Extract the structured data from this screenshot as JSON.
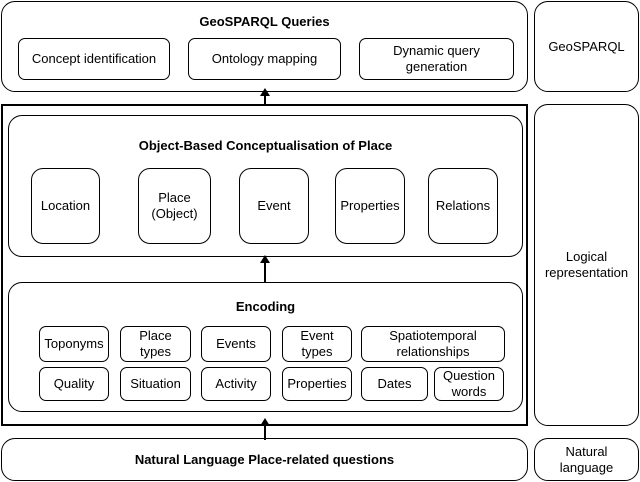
{
  "geosparql": {
    "title": "GeoSPARQL Queries",
    "items": [
      "Concept identification",
      "Ontology mapping",
      "Dynamic query\ngeneration"
    ]
  },
  "conceptualisation": {
    "title": "Object-Based Conceptualisation of Place",
    "items": [
      "Location",
      "Place\n(Object)",
      "Event",
      "Properties",
      "Relations"
    ]
  },
  "encoding": {
    "title": "Encoding",
    "row1": [
      "Toponyms",
      "Place\ntypes",
      "Events",
      "Event\ntypes",
      "Spatiotemporal\nrelationships"
    ],
    "row2": [
      "Quality",
      "Situation",
      "Activity",
      "Properties",
      "Dates",
      "Question\nwords"
    ]
  },
  "input": {
    "title": "Natural Language Place-related questions"
  },
  "side_labels": {
    "geosparql": "GeoSPARQL",
    "logical": "Logical\nrepresentation",
    "natural": "Natural\nlanguage"
  }
}
